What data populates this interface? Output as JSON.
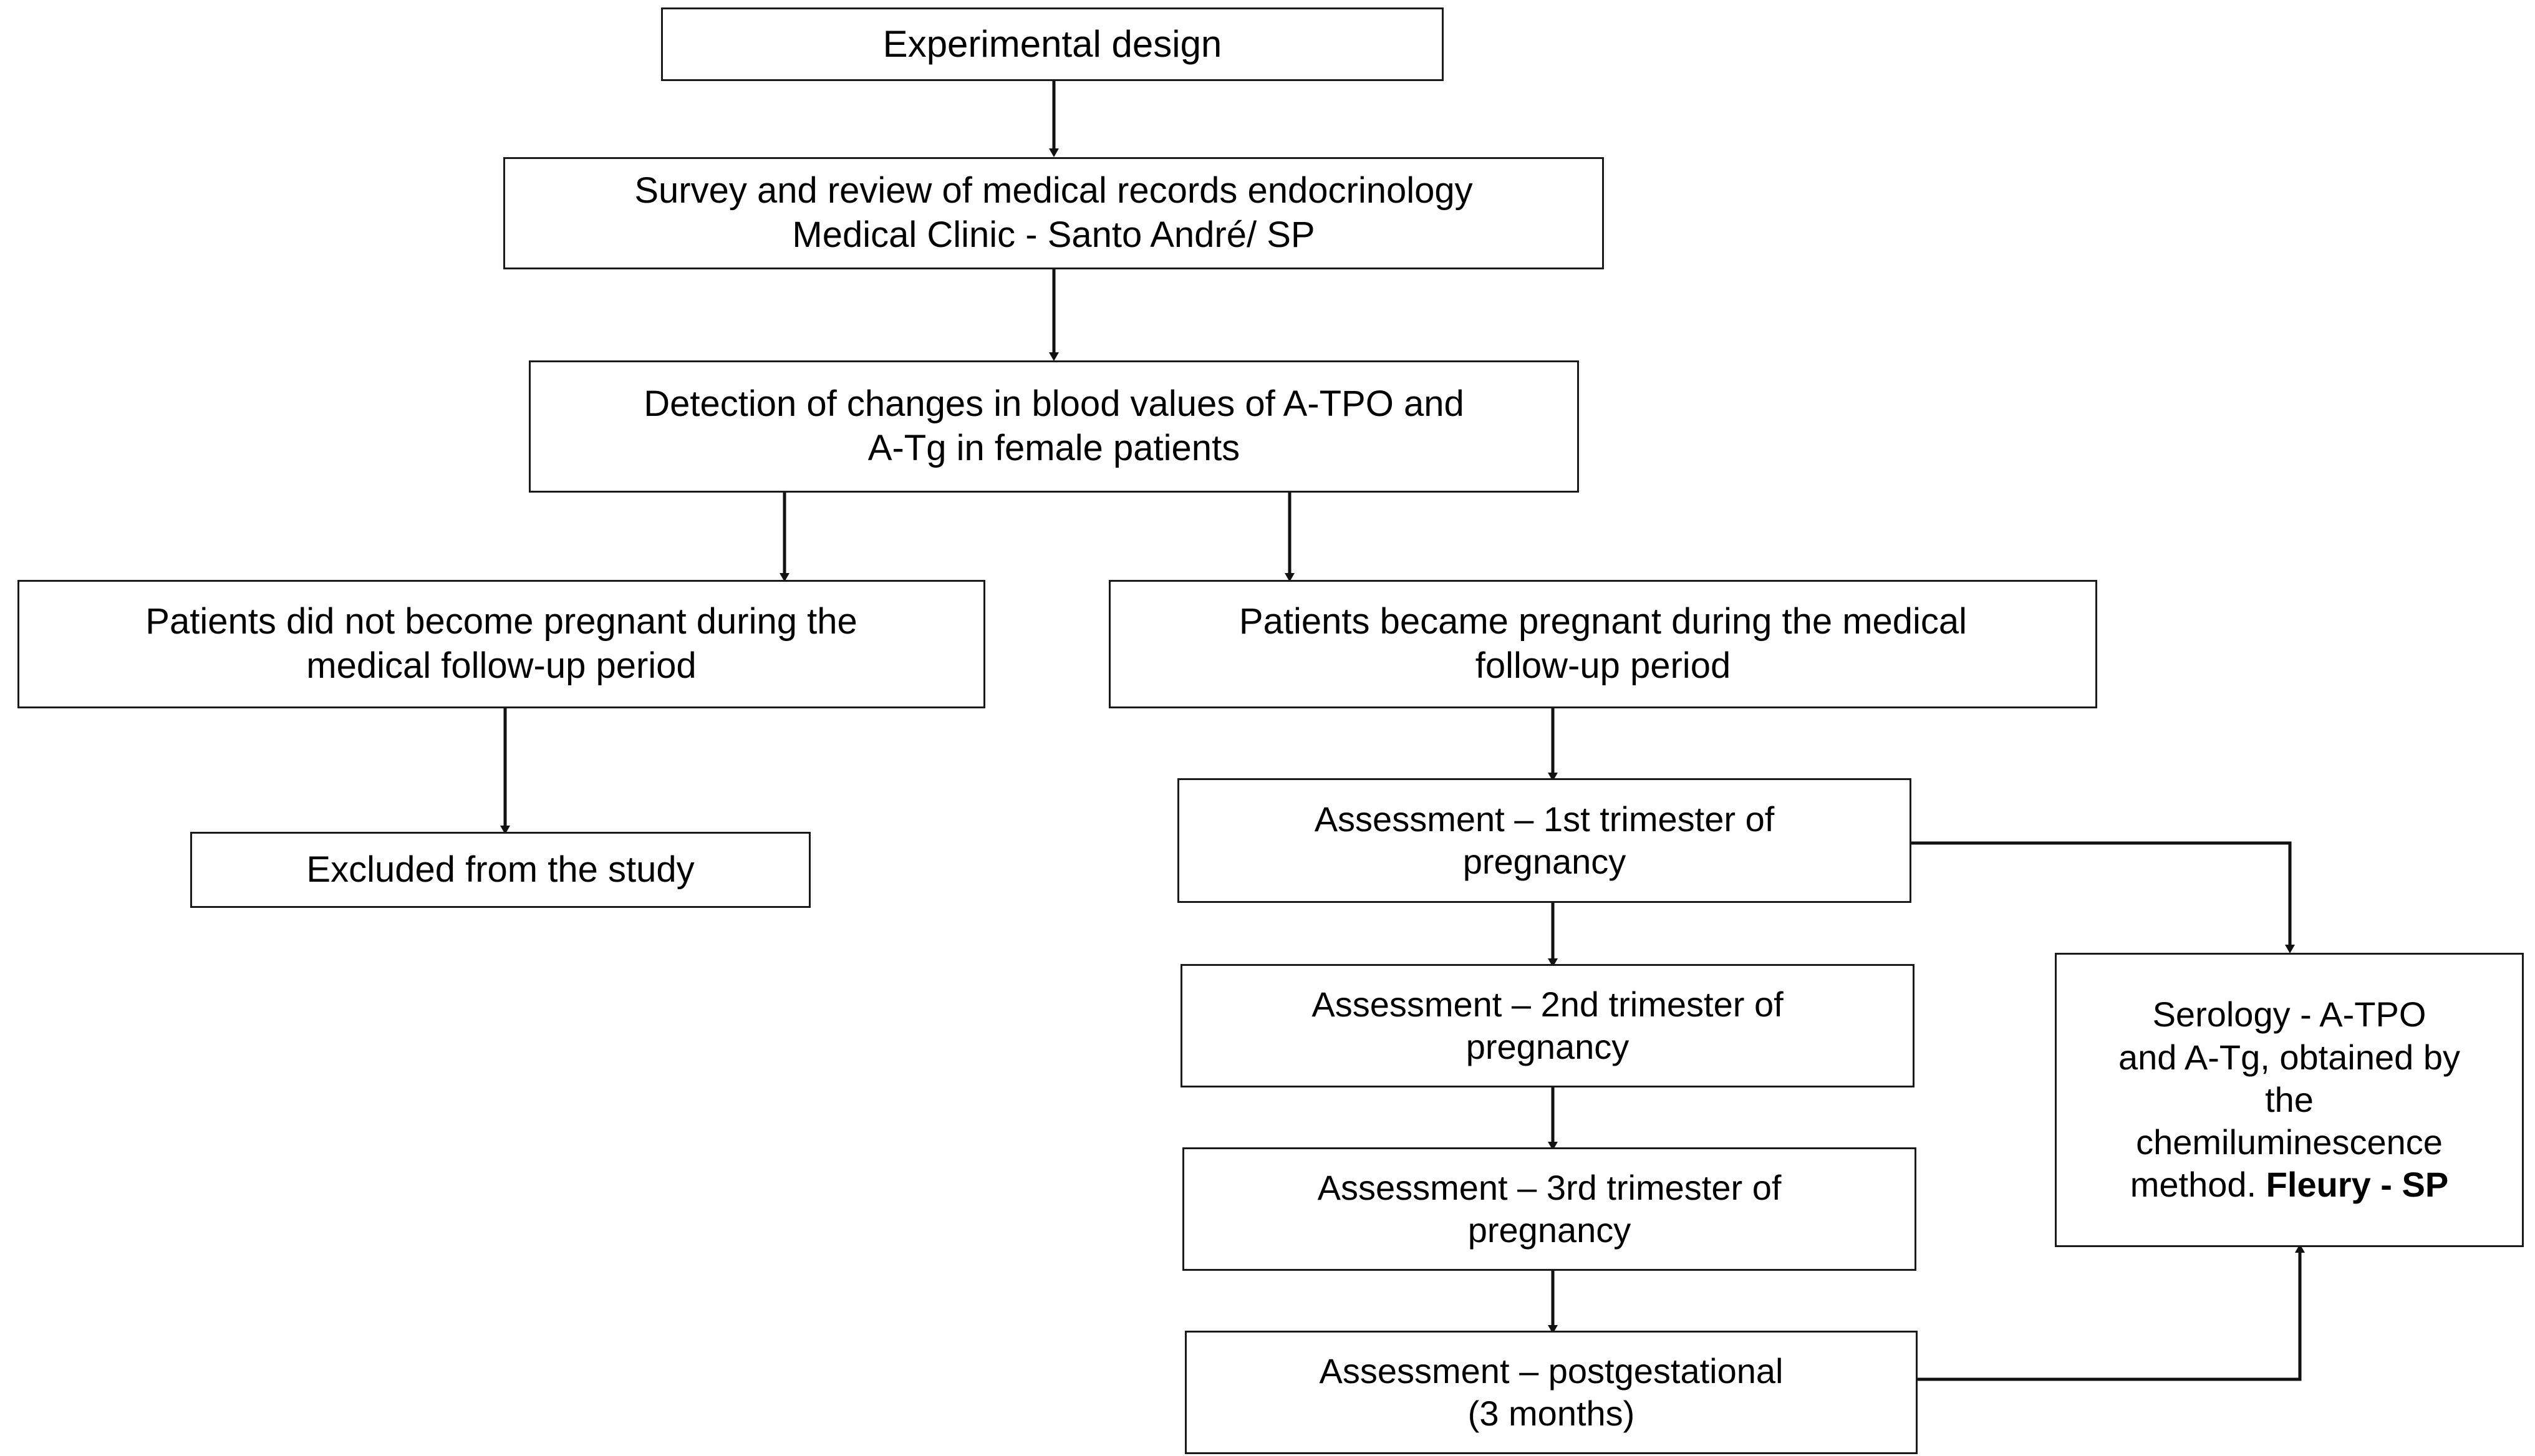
{
  "diagram": {
    "title": "Experimental design flowchart",
    "accent_color": "#1a1a1a",
    "background_color": "#ffffff",
    "nodes": {
      "experimental_design": "Experimental design",
      "survey_review": "Survey and review of medical records endocrinology\nMedical Clinic - Santo André/ SP",
      "detection_changes": "Detection of changes in blood values of A-TPO and\nA-Tg in female patients",
      "not_pregnant": "Patients did not become pregnant during the\nmedical follow-up period",
      "became_pregnant": "Patients became pregnant during the medical\nfollow-up period",
      "excluded": "Excluded from the study",
      "assessment_1st": "Assessment – 1st trimester of\npregnancy",
      "assessment_2nd": "Assessment – 2nd trimester of\npregnancy",
      "assessment_3rd": "Assessment – 3rd trimester of\npregnancy",
      "assessment_post": "Assessment – postgestational\n(3 months)",
      "serology_plain": "Serology - A-TPO\nand A-Tg, obtained by\nthe\nchemiluminescence\nmethod. ",
      "serology_bold": "Fleury - SP"
    }
  },
  "chart_data": {
    "type": "diagram",
    "title": "Experimental design",
    "flow": [
      {
        "from": "experimental_design",
        "to": "survey_review",
        "style": "arrow-down"
      },
      {
        "from": "survey_review",
        "to": "detection_changes",
        "style": "arrow-down"
      },
      {
        "from": "detection_changes",
        "to": "not_pregnant",
        "style": "arrow-down-left-branch"
      },
      {
        "from": "detection_changes",
        "to": "became_pregnant",
        "style": "arrow-down-right-branch"
      },
      {
        "from": "not_pregnant",
        "to": "excluded",
        "style": "elbow-arrow"
      },
      {
        "from": "became_pregnant",
        "to": "assessment_1st",
        "style": "arrow-down"
      },
      {
        "from": "assessment_1st",
        "to": "assessment_2nd",
        "style": "arrow-down"
      },
      {
        "from": "assessment_2nd",
        "to": "assessment_3rd",
        "style": "arrow-down"
      },
      {
        "from": "assessment_3rd",
        "to": "assessment_post",
        "style": "arrow-down"
      },
      {
        "from": "assessment_1st",
        "to": "serology",
        "style": "elbow-arrow-right-down"
      },
      {
        "from": "assessment_post",
        "to": "serology",
        "style": "elbow-arrow-right-up"
      }
    ]
  }
}
